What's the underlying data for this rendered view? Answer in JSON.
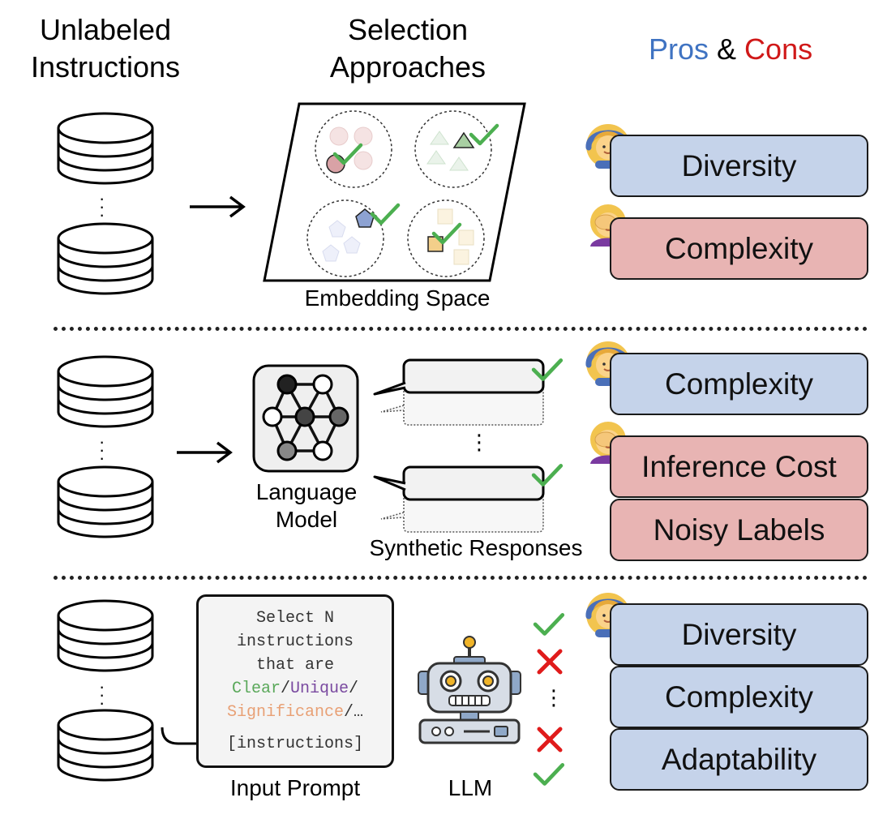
{
  "headers": {
    "col1_line1": "Unlabeled",
    "col1_line2": "Instructions",
    "col2_line1": "Selection",
    "col2_line2": "Approaches",
    "pros": "Pros",
    "amp": " & ",
    "cons": "Cons"
  },
  "colors": {
    "pro": "#3f73c2",
    "con": "#d01818",
    "pro_box": "#c5d3ea",
    "con_box": "#e8b4b3",
    "check": "#4caf50",
    "cross": "#e01b1b",
    "clear": "#5aa85a",
    "unique": "#7a4aa0",
    "significance": "#e8a075"
  },
  "row1": {
    "label": "Embedding Space",
    "pros": [
      "Diversity"
    ],
    "cons": [
      "Complexity"
    ]
  },
  "row2": {
    "model_label_line1": "Language",
    "model_label_line2": "Model",
    "responses_label": "Synthetic Responses",
    "ellipsis": "⋮",
    "pros": [
      "Complexity"
    ],
    "cons": [
      "Inference Cost",
      "Noisy Labels"
    ]
  },
  "row3": {
    "prompt_lines": [
      "Select N",
      "instructions",
      "that are"
    ],
    "criteria": {
      "clear": "Clear",
      "unique": "Unique",
      "significance": "Significance",
      "sep": "/",
      "tail": "/…"
    },
    "prompt_placeholder": "[instructions]",
    "prompt_label": "Input Prompt",
    "llm_label": "LLM",
    "ellipsis": "⋮",
    "pros": [
      "Diversity",
      "Complexity",
      "Adaptability"
    ]
  },
  "icons": {
    "database": "database-icon",
    "arrow": "right-arrow-icon",
    "happy_person": "person-gesturing-ok-icon",
    "sad_person": "person-facepalming-icon",
    "check": "check-icon",
    "cross": "cross-icon",
    "robot": "robot-icon",
    "network": "neural-network-icon"
  }
}
